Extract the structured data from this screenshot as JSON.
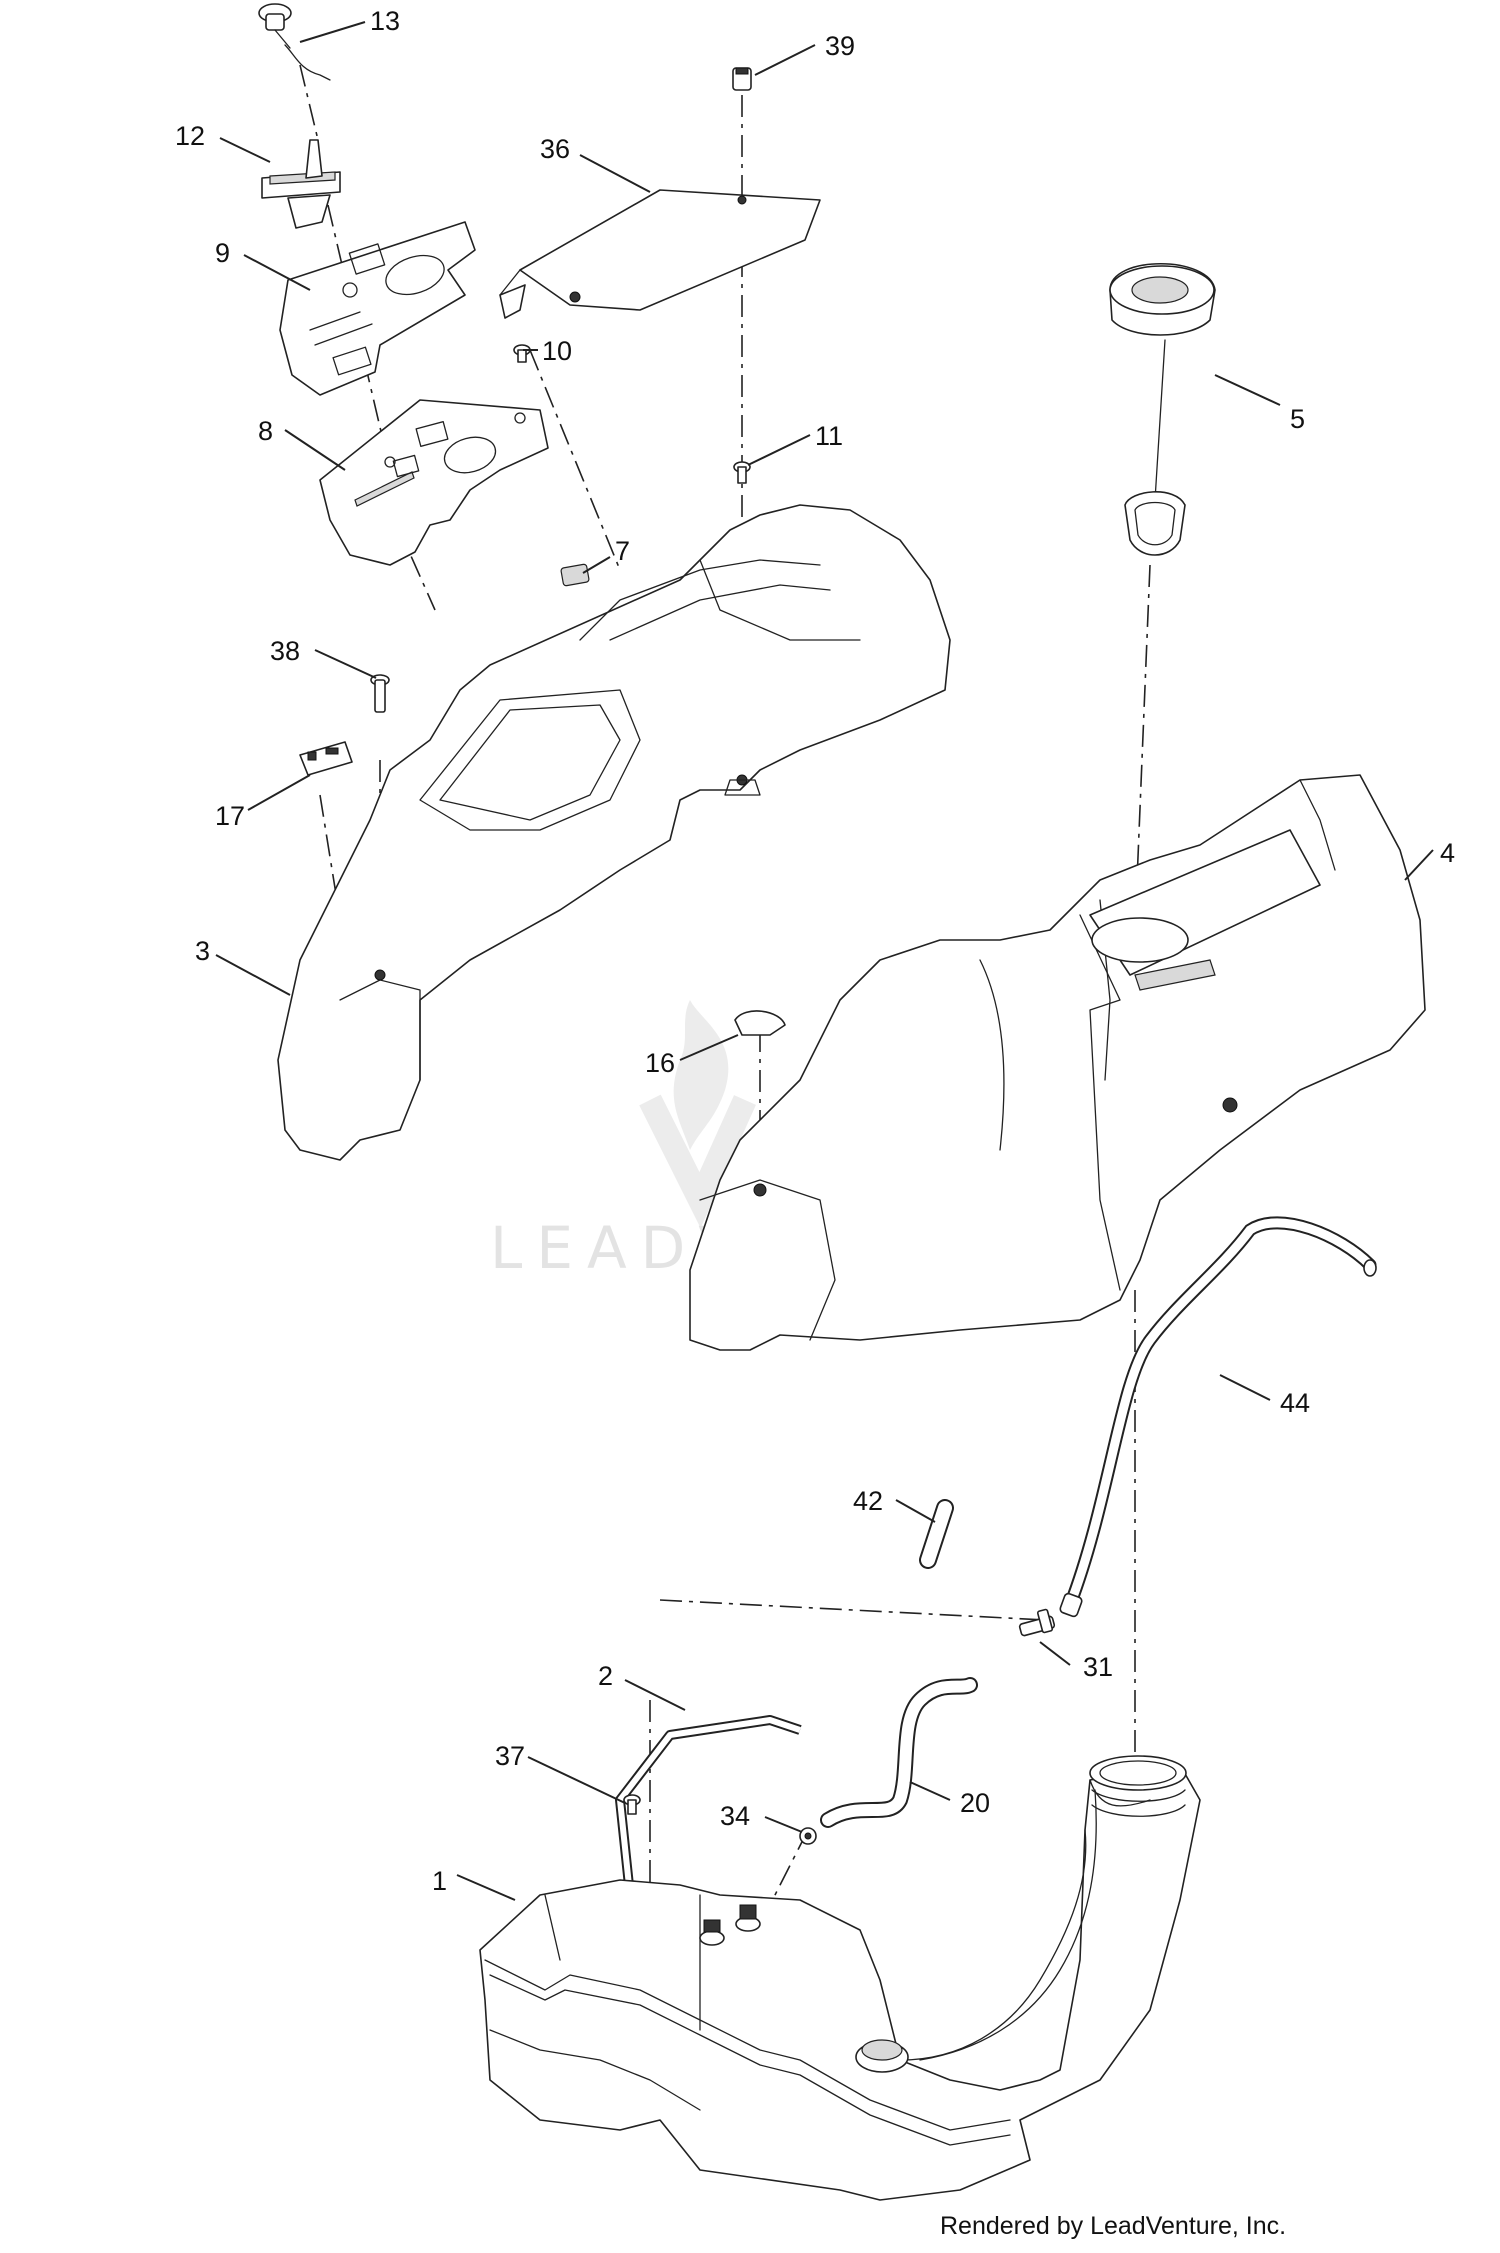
{
  "watermark": {
    "text": "LEADVENTURE"
  },
  "credit": "Rendered by LeadVenture, Inc.",
  "callouts": [
    {
      "id": "c13",
      "label": "13"
    },
    {
      "id": "c12",
      "label": "12"
    },
    {
      "id": "c9",
      "label": "9"
    },
    {
      "id": "c36",
      "label": "36"
    },
    {
      "id": "c39",
      "label": "39"
    },
    {
      "id": "c10",
      "label": "10"
    },
    {
      "id": "c8",
      "label": "8"
    },
    {
      "id": "c11",
      "label": "11"
    },
    {
      "id": "c5",
      "label": "5"
    },
    {
      "id": "c7",
      "label": "7"
    },
    {
      "id": "c38",
      "label": "38"
    },
    {
      "id": "c17",
      "label": "17"
    },
    {
      "id": "c3",
      "label": "3"
    },
    {
      "id": "c4",
      "label": "4"
    },
    {
      "id": "c16",
      "label": "16"
    },
    {
      "id": "c44",
      "label": "44"
    },
    {
      "id": "c42",
      "label": "42"
    },
    {
      "id": "c31",
      "label": "31"
    },
    {
      "id": "c2",
      "label": "2"
    },
    {
      "id": "c37",
      "label": "37"
    },
    {
      "id": "c20",
      "label": "20"
    },
    {
      "id": "c34",
      "label": "34"
    },
    {
      "id": "c1",
      "label": "1"
    }
  ]
}
